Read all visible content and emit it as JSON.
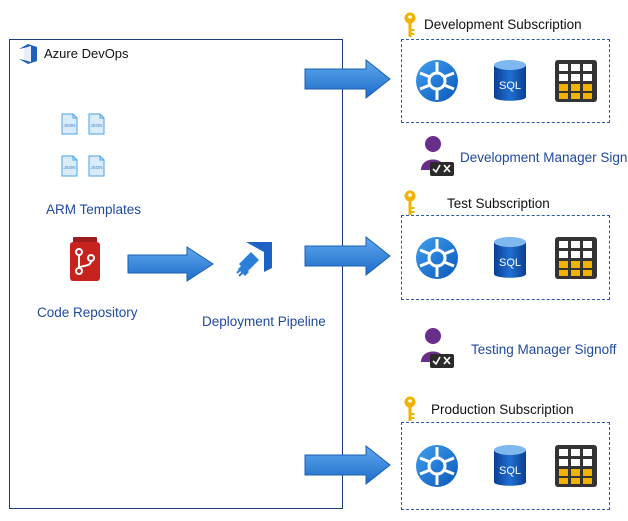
{
  "devops": {
    "title": "Azure DevOps"
  },
  "arm": {
    "label": "ARM Templates",
    "doc_text": "JSON"
  },
  "repo": {
    "label": "Code Repository"
  },
  "pipeline": {
    "label": "Deployment Pipeline"
  },
  "subscriptions": [
    {
      "name": "Development Subscription",
      "sql_text": "SQL"
    },
    {
      "name": "Test Subscription",
      "sql_text": "SQL"
    },
    {
      "name": "Production Subscription",
      "sql_text": "SQL"
    }
  ],
  "signoffs": [
    {
      "label": "Development Manager Signoff"
    },
    {
      "label": "Testing Manager Signoff"
    }
  ],
  "colors": {
    "arrow": "#2b7fd8",
    "box_border": "#1f3a7a",
    "dashed_border": "#2b5aa8",
    "label_blue": "#1f4aa0",
    "key": "#f2b300",
    "person": "#6b2d8c"
  }
}
